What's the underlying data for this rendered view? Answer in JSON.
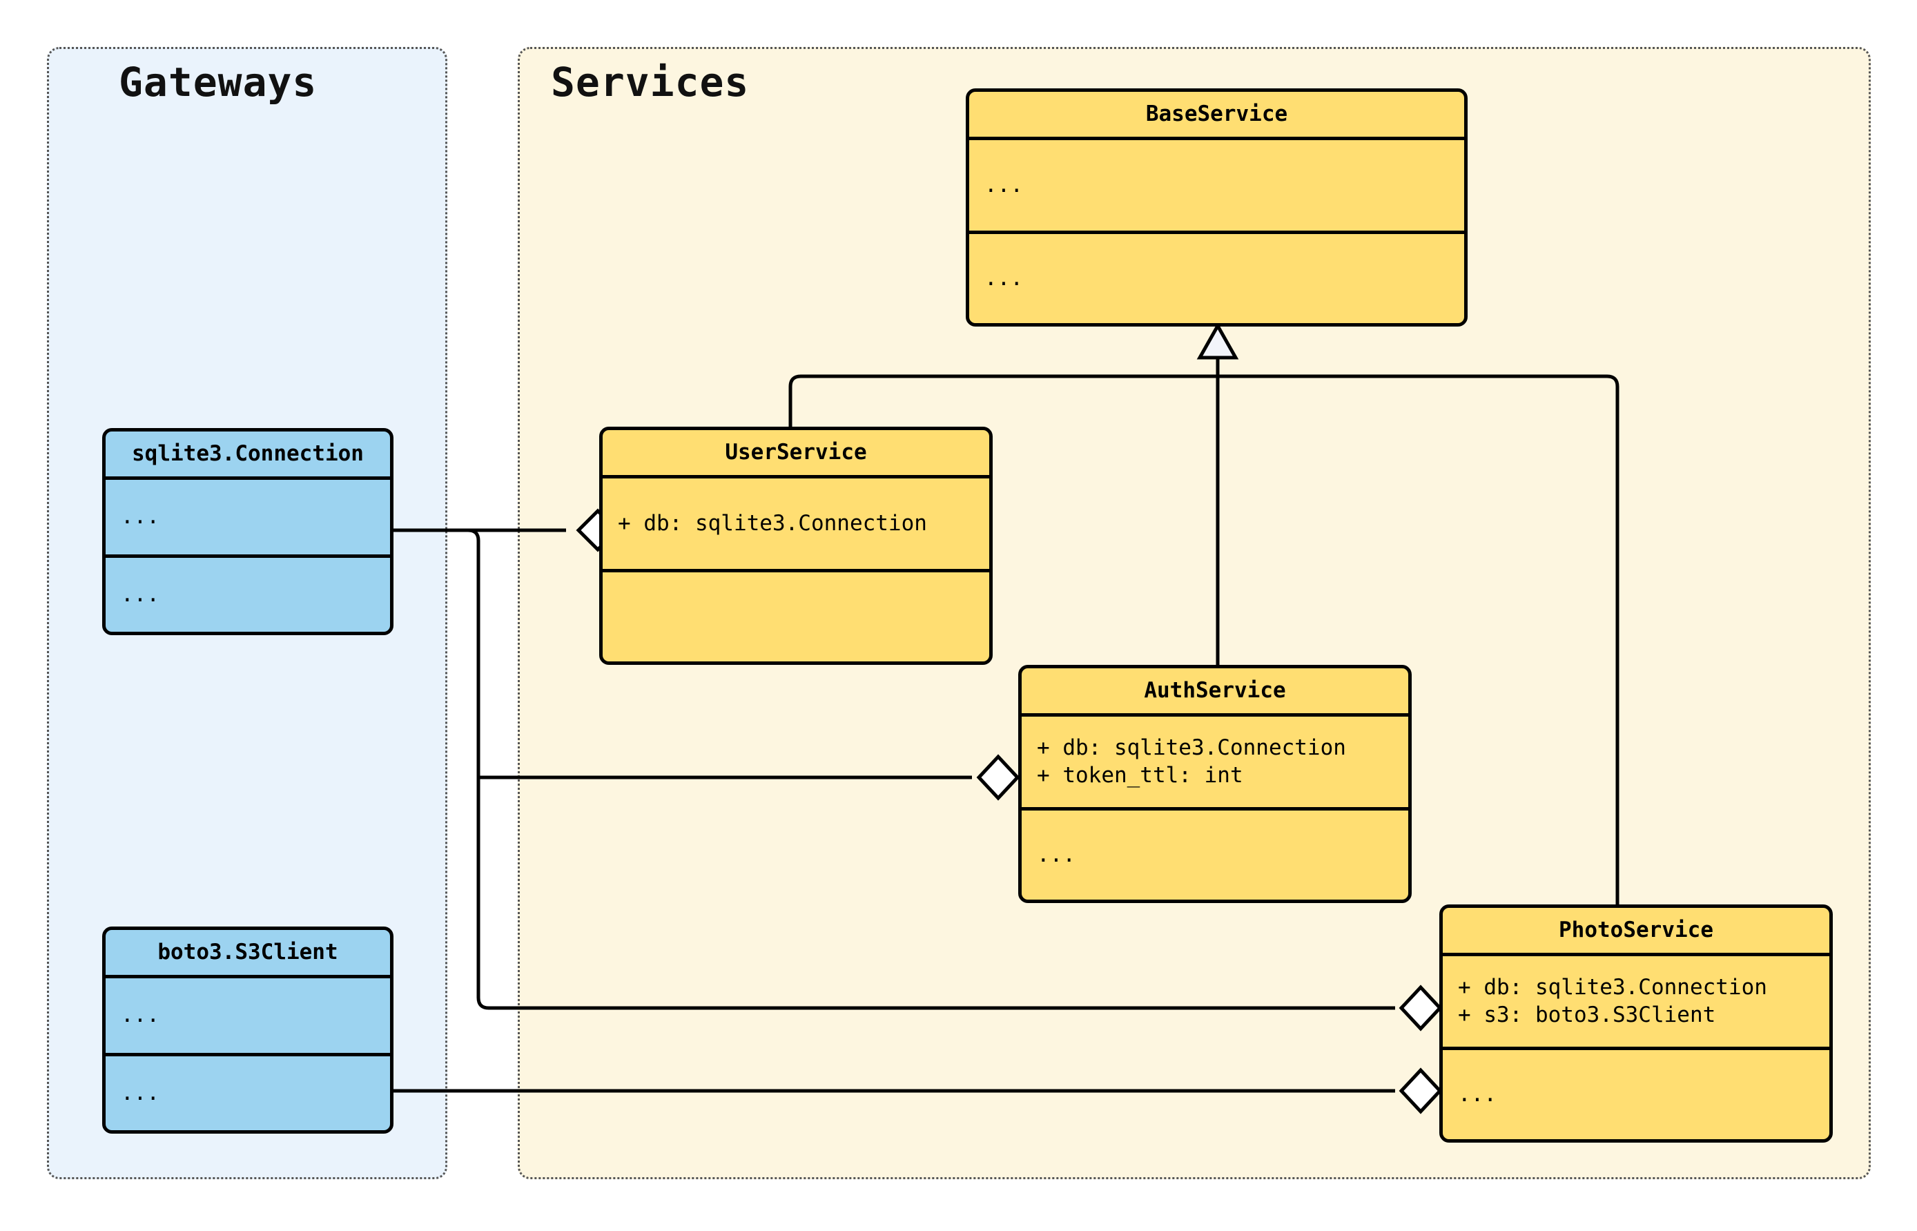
{
  "packages": [
    {
      "name": "gateways",
      "title": "Gateways",
      "fill": "#EAF3FC",
      "border": "#555555"
    },
    {
      "name": "services",
      "title": "Services",
      "fill": "#FDF6E0",
      "border": "#555555"
    }
  ],
  "colors": {
    "gateway_class_fill": "#9CD3F0",
    "service_class_fill": "#FFDE72",
    "class_stroke": "#000000",
    "wire": "#000000",
    "diamond_fill": "#FFFFFF",
    "triangle_fill": "#F2F4FA"
  },
  "classes": [
    {
      "id": "sqlite_connection",
      "name": "sqlite3.Connection",
      "kind": "gateway",
      "attributes": [
        "..."
      ],
      "methods": [
        "..."
      ]
    },
    {
      "id": "boto3_s3client",
      "name": "boto3.S3Client",
      "kind": "gateway",
      "attributes": [
        "..."
      ],
      "methods": [
        "..."
      ]
    },
    {
      "id": "base_service",
      "name": "BaseService",
      "kind": "service",
      "attributes": [
        "..."
      ],
      "methods": [
        "..."
      ]
    },
    {
      "id": "user_service",
      "name": "UserService",
      "kind": "service",
      "attributes": [
        "+ db: sqlite3.Connection"
      ],
      "methods": [
        ""
      ]
    },
    {
      "id": "auth_service",
      "name": "AuthService",
      "kind": "service",
      "attributes": [
        "+ db: sqlite3.Connection",
        "+ token_ttl: int"
      ],
      "methods": [
        "..."
      ]
    },
    {
      "id": "photo_service",
      "name": "PhotoService",
      "kind": "service",
      "attributes": [
        "+ db: sqlite3.Connection",
        "+ s3: boto3.S3Client"
      ],
      "methods": [
        "..."
      ]
    }
  ],
  "relationships": [
    {
      "type": "inheritance",
      "from": "user_service",
      "to": "base_service",
      "marker": "hollow-triangle"
    },
    {
      "type": "inheritance",
      "from": "auth_service",
      "to": "base_service",
      "marker": "hollow-triangle"
    },
    {
      "type": "inheritance",
      "from": "photo_service",
      "to": "base_service",
      "marker": "hollow-triangle"
    },
    {
      "type": "aggregation",
      "from": "sqlite_connection",
      "to": "user_service",
      "marker": "hollow-diamond"
    },
    {
      "type": "aggregation",
      "from": "sqlite_connection",
      "to": "auth_service",
      "marker": "hollow-diamond"
    },
    {
      "type": "aggregation",
      "from": "sqlite_connection",
      "to": "photo_service",
      "marker": "hollow-diamond"
    },
    {
      "type": "aggregation",
      "from": "boto3_s3client",
      "to": "photo_service",
      "marker": "hollow-diamond"
    }
  ]
}
